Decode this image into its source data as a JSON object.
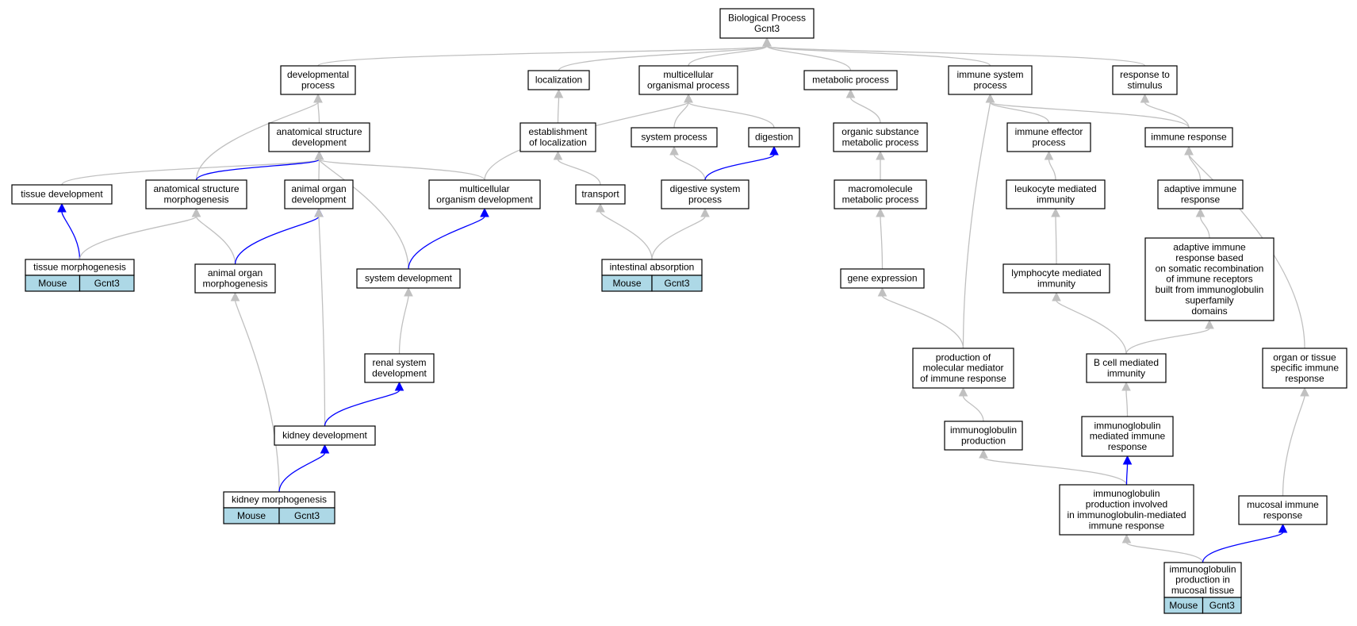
{
  "colors": {
    "edge_gray": "#c0c0c0",
    "edge_blue": "#0000ff",
    "annotation_fill": "#add8e6",
    "node_stroke": "#000000"
  },
  "nodes": [
    {
      "id": "bp",
      "lines": [
        "Biological Process",
        "Gcnt3"
      ]
    },
    {
      "id": "dev",
      "lines": [
        "developmental",
        "process"
      ]
    },
    {
      "id": "loc",
      "lines": [
        "localization"
      ]
    },
    {
      "id": "mop",
      "lines": [
        "multicellular",
        "organismal process"
      ]
    },
    {
      "id": "met",
      "lines": [
        "metabolic process"
      ]
    },
    {
      "id": "isp",
      "lines": [
        "immune system",
        "process"
      ]
    },
    {
      "id": "rts",
      "lines": [
        "response to",
        "stimulus"
      ]
    },
    {
      "id": "asd",
      "lines": [
        "anatomical structure",
        "development"
      ]
    },
    {
      "id": "eol",
      "lines": [
        "establishment",
        "of localization"
      ]
    },
    {
      "id": "sysp",
      "lines": [
        "system process"
      ]
    },
    {
      "id": "dig",
      "lines": [
        "digestion"
      ]
    },
    {
      "id": "osmp",
      "lines": [
        "organic substance",
        "metabolic process"
      ]
    },
    {
      "id": "iep",
      "lines": [
        "immune effector",
        "process"
      ]
    },
    {
      "id": "ir",
      "lines": [
        "immune response"
      ]
    },
    {
      "id": "td",
      "lines": [
        "tissue development"
      ]
    },
    {
      "id": "asm",
      "lines": [
        "anatomical structure",
        "morphogenesis"
      ]
    },
    {
      "id": "aod",
      "lines": [
        "animal organ",
        "development"
      ]
    },
    {
      "id": "mod",
      "lines": [
        "multicellular",
        "organism development"
      ]
    },
    {
      "id": "tra",
      "lines": [
        "transport"
      ]
    },
    {
      "id": "dsp",
      "lines": [
        "digestive system",
        "process"
      ]
    },
    {
      "id": "mmp",
      "lines": [
        "macromolecule",
        "metabolic process"
      ]
    },
    {
      "id": "lmi",
      "lines": [
        "leukocyte mediated",
        "immunity"
      ]
    },
    {
      "id": "air",
      "lines": [
        "adaptive immune",
        "response"
      ]
    },
    {
      "id": "tm",
      "lines": [
        "tissue morphogenesis"
      ]
    },
    {
      "id": "aom",
      "lines": [
        "animal organ",
        "morphogenesis"
      ]
    },
    {
      "id": "sd",
      "lines": [
        "system development"
      ]
    },
    {
      "id": "ia",
      "lines": [
        "intestinal absorption"
      ]
    },
    {
      "id": "ge",
      "lines": [
        "gene expression"
      ]
    },
    {
      "id": "lymi",
      "lines": [
        "lymphocyte mediated",
        "immunity"
      ]
    },
    {
      "id": "airb",
      "lines": [
        "adaptive immune",
        "response based",
        "on somatic recombination",
        "of immune receptors",
        "built from immunoglobulin",
        "superfamily",
        "domains"
      ]
    },
    {
      "id": "rsd",
      "lines": [
        "renal system",
        "development"
      ]
    },
    {
      "id": "pmm",
      "lines": [
        "production of",
        "molecular mediator",
        "of immune response"
      ]
    },
    {
      "id": "bcmi",
      "lines": [
        "B cell mediated",
        "immunity"
      ]
    },
    {
      "id": "otsir",
      "lines": [
        "organ or tissue",
        "specific immune",
        "response"
      ]
    },
    {
      "id": "kd",
      "lines": [
        "kidney development"
      ]
    },
    {
      "id": "ip",
      "lines": [
        "immunoglobulin",
        "production"
      ]
    },
    {
      "id": "imir",
      "lines": [
        "immunoglobulin",
        "mediated immune",
        "response"
      ]
    },
    {
      "id": "km",
      "lines": [
        "kidney morphogenesis"
      ]
    },
    {
      "id": "ipii",
      "lines": [
        "immunoglobulin",
        "production involved",
        "in immunoglobulin-mediated",
        "immune response"
      ]
    },
    {
      "id": "mir",
      "lines": [
        "mucosal immune",
        "response"
      ]
    },
    {
      "id": "ipmt",
      "lines": [
        "immunoglobulin",
        "production in",
        "mucosal tissue"
      ]
    }
  ],
  "annotations": [
    {
      "node": "tm",
      "species": "Mouse",
      "gene": "Gcnt3"
    },
    {
      "node": "ia",
      "species": "Mouse",
      "gene": "Gcnt3"
    },
    {
      "node": "km",
      "species": "Mouse",
      "gene": "Gcnt3"
    },
    {
      "node": "ipmt",
      "species": "Mouse",
      "gene": "Gcnt3"
    }
  ],
  "edges": [
    {
      "from": "dev",
      "to": "bp",
      "color": "gray"
    },
    {
      "from": "loc",
      "to": "bp",
      "color": "gray"
    },
    {
      "from": "mop",
      "to": "bp",
      "color": "gray"
    },
    {
      "from": "met",
      "to": "bp",
      "color": "gray"
    },
    {
      "from": "isp",
      "to": "bp",
      "color": "gray"
    },
    {
      "from": "rts",
      "to": "bp",
      "color": "gray"
    },
    {
      "from": "asd",
      "to": "dev",
      "color": "gray"
    },
    {
      "from": "asm",
      "to": "dev",
      "color": "gray"
    },
    {
      "from": "eol",
      "to": "loc",
      "color": "gray"
    },
    {
      "from": "mod",
      "to": "mop",
      "color": "gray"
    },
    {
      "from": "sysp",
      "to": "mop",
      "color": "gray"
    },
    {
      "from": "dig",
      "to": "mop",
      "color": "gray"
    },
    {
      "from": "osmp",
      "to": "met",
      "color": "gray"
    },
    {
      "from": "iep",
      "to": "isp",
      "color": "gray"
    },
    {
      "from": "ir",
      "to": "isp",
      "color": "gray"
    },
    {
      "from": "pmm",
      "to": "isp",
      "color": "gray"
    },
    {
      "from": "ir",
      "to": "rts",
      "color": "gray"
    },
    {
      "from": "td",
      "to": "asd",
      "color": "gray"
    },
    {
      "from": "asm",
      "to": "asd",
      "color": "blue"
    },
    {
      "from": "aod",
      "to": "asd",
      "color": "gray"
    },
    {
      "from": "mod",
      "to": "asd",
      "color": "gray"
    },
    {
      "from": "sd",
      "to": "asd",
      "color": "gray"
    },
    {
      "from": "tra",
      "to": "eol",
      "color": "gray"
    },
    {
      "from": "dsp",
      "to": "sysp",
      "color": "gray"
    },
    {
      "from": "dsp",
      "to": "dig",
      "color": "blue"
    },
    {
      "from": "mmp",
      "to": "osmp",
      "color": "gray"
    },
    {
      "from": "lmi",
      "to": "iep",
      "color": "gray"
    },
    {
      "from": "air",
      "to": "ir",
      "color": "gray"
    },
    {
      "from": "otsir",
      "to": "ir",
      "color": "gray"
    },
    {
      "from": "tm",
      "to": "td",
      "color": "blue"
    },
    {
      "from": "tm",
      "to": "asm",
      "color": "gray"
    },
    {
      "from": "aom",
      "to": "asm",
      "color": "gray"
    },
    {
      "from": "aom",
      "to": "aod",
      "color": "blue"
    },
    {
      "from": "kd",
      "to": "aod",
      "color": "gray"
    },
    {
      "from": "sd",
      "to": "mod",
      "color": "blue"
    },
    {
      "from": "ia",
      "to": "tra",
      "color": "gray"
    },
    {
      "from": "ia",
      "to": "dsp",
      "color": "gray"
    },
    {
      "from": "ge",
      "to": "mmp",
      "color": "gray"
    },
    {
      "from": "lymi",
      "to": "lmi",
      "color": "gray"
    },
    {
      "from": "airb",
      "to": "air",
      "color": "gray"
    },
    {
      "from": "km",
      "to": "aom",
      "color": "gray"
    },
    {
      "from": "rsd",
      "to": "sd",
      "color": "gray"
    },
    {
      "from": "pmm",
      "to": "ge",
      "color": "gray"
    },
    {
      "from": "bcmi",
      "to": "lymi",
      "color": "gray"
    },
    {
      "from": "bcmi",
      "to": "airb",
      "color": "gray"
    },
    {
      "from": "kd",
      "to": "rsd",
      "color": "blue"
    },
    {
      "from": "ip",
      "to": "pmm",
      "color": "gray"
    },
    {
      "from": "imir",
      "to": "bcmi",
      "color": "gray"
    },
    {
      "from": "mir",
      "to": "otsir",
      "color": "gray"
    },
    {
      "from": "km",
      "to": "kd",
      "color": "blue"
    },
    {
      "from": "ipii",
      "to": "ip",
      "color": "gray"
    },
    {
      "from": "ipii",
      "to": "imir",
      "color": "blue"
    },
    {
      "from": "ipmt",
      "to": "ipii",
      "color": "gray"
    },
    {
      "from": "ipmt",
      "to": "mir",
      "color": "blue"
    }
  ]
}
